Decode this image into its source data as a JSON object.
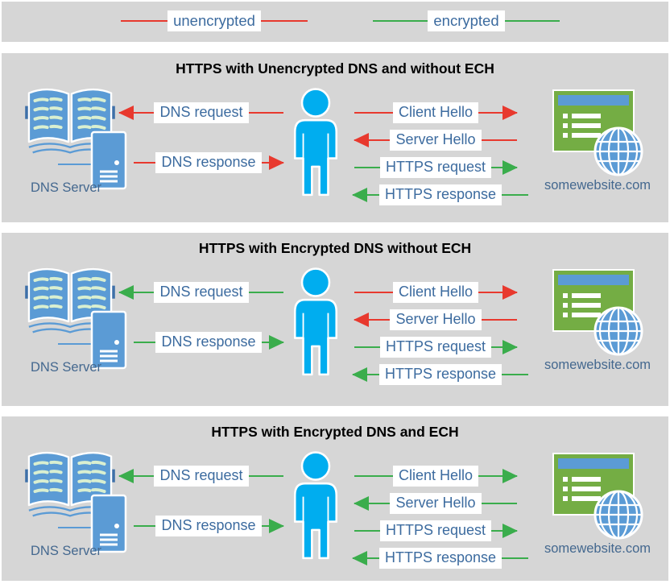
{
  "colors": {
    "unencrypted": "#e8392e",
    "encrypted": "#3aad4c",
    "icon_blue": "#5b9bd5",
    "person_blue": "#00adef",
    "site_green": "#74ad44",
    "panel_bg": "#d6d6d6",
    "label_text": "#3c6b9f"
  },
  "legend": {
    "items": [
      {
        "label": "unencrypted",
        "encrypted": false
      },
      {
        "label": "encrypted",
        "encrypted": true
      }
    ]
  },
  "panels": [
    {
      "title": "HTTPS with Unencrypted DNS and without ECH",
      "dns_server_label": "DNS Server",
      "website_label": "somewebsite.com",
      "arrows": {
        "dns_request": {
          "label": "DNS request",
          "direction": "left",
          "encrypted": false
        },
        "dns_response": {
          "label": "DNS response",
          "direction": "right",
          "encrypted": false
        },
        "client_hello": {
          "label": "Client Hello",
          "direction": "right",
          "encrypted": false
        },
        "server_hello": {
          "label": "Server Hello",
          "direction": "left",
          "encrypted": false
        },
        "https_request": {
          "label": "HTTPS request",
          "direction": "right",
          "encrypted": true
        },
        "https_response": {
          "label": "HTTPS response",
          "direction": "left",
          "encrypted": true
        }
      }
    },
    {
      "title": "HTTPS with Encrypted DNS without ECH",
      "dns_server_label": "DNS Server",
      "website_label": "somewebsite.com",
      "arrows": {
        "dns_request": {
          "label": "DNS request",
          "direction": "left",
          "encrypted": true
        },
        "dns_response": {
          "label": "DNS response",
          "direction": "right",
          "encrypted": true
        },
        "client_hello": {
          "label": "Client Hello",
          "direction": "right",
          "encrypted": false
        },
        "server_hello": {
          "label": "Server Hello",
          "direction": "left",
          "encrypted": false
        },
        "https_request": {
          "label": "HTTPS request",
          "direction": "right",
          "encrypted": true
        },
        "https_response": {
          "label": "HTTPS response",
          "direction": "left",
          "encrypted": true
        }
      }
    },
    {
      "title": "HTTPS with Encrypted DNS and ECH",
      "dns_server_label": "DNS Server",
      "website_label": "somewebsite.com",
      "arrows": {
        "dns_request": {
          "label": "DNS request",
          "direction": "left",
          "encrypted": true
        },
        "dns_response": {
          "label": "DNS response",
          "direction": "right",
          "encrypted": true
        },
        "client_hello": {
          "label": "Client Hello",
          "direction": "right",
          "encrypted": true
        },
        "server_hello": {
          "label": "Server Hello",
          "direction": "left",
          "encrypted": true
        },
        "https_request": {
          "label": "HTTPS request",
          "direction": "right",
          "encrypted": true
        },
        "https_response": {
          "label": "HTTPS response",
          "direction": "left",
          "encrypted": true
        }
      }
    }
  ]
}
